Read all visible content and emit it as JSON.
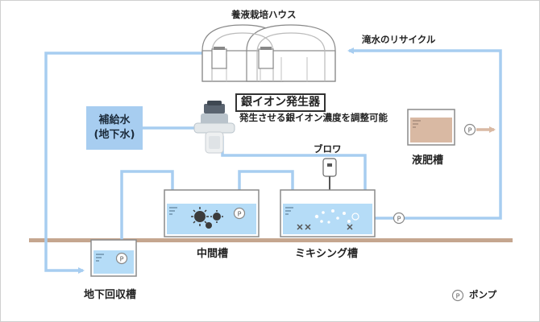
{
  "labels": {
    "greenhouse": "養液栽培ハウス",
    "recycle": "滝水のリサイクル",
    "silver_ion_title": "銀イオン発生器",
    "silver_ion_desc": "発生させる銀イオン濃度を調整可能",
    "makeup_water_line1": "補給水",
    "makeup_water_line2": "(地下水)",
    "fertilizer_tank": "液肥槽",
    "blower": "ブロワ",
    "middle_tank": "中間槽",
    "mixing_tank": "ミキシング槽",
    "underground_tank": "地下回収槽",
    "pump_legend": "ポンプ",
    "pump_symbol": "P"
  },
  "colors": {
    "pipe": "#a7cdf0",
    "water": "#b5dcf7",
    "fertilizer": "#d9b9a3",
    "ground": "#c5a68f",
    "tank_border": "#8a8a8a"
  }
}
